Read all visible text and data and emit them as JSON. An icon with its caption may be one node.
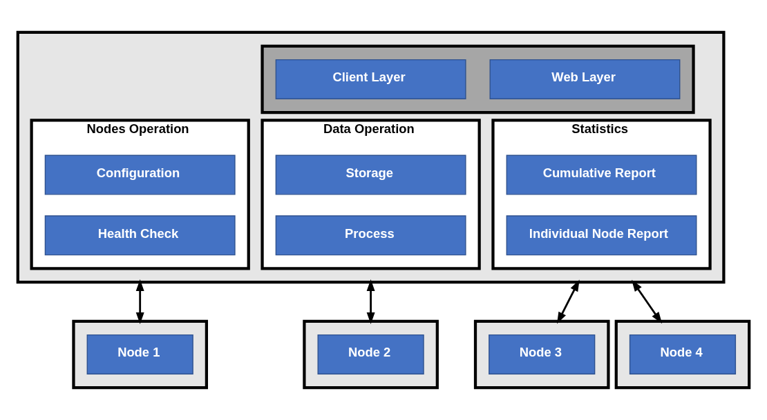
{
  "diagram": {
    "nodes": [
      {
        "text": [],
        "shape": "box"
      },
      {
        "text": [],
        "shape": "box",
        "in": 0
      },
      {
        "text": [
          "Client Layer"
        ],
        "in": 1
      },
      {
        "text": [
          "Web Layer"
        ],
        "in": 1
      },
      {
        "text": [
          "Nodes Operation"
        ],
        "in": 0
      },
      {
        "text": [
          "Configuration"
        ],
        "in": 4
      },
      {
        "text": [
          "Health Check"
        ],
        "in": 4
      },
      {
        "text": [
          "Data Operation"
        ],
        "in": 0
      },
      {
        "text": [
          "Storage"
        ],
        "in": 7
      },
      {
        "text": [
          "Process"
        ],
        "in": 7
      },
      {
        "text": [
          "Statistics"
        ],
        "in": 0
      },
      {
        "text": [
          "Cumulative Report"
        ],
        "in": 10
      },
      {
        "text": [
          "Individual Node Report"
        ],
        "in": 10
      },
      {
        "text": [],
        "shape": "box"
      },
      {
        "text": [
          "Node 1"
        ],
        "in": 13
      },
      {
        "text": [],
        "shape": "box"
      },
      {
        "text": [
          "Node 2"
        ],
        "in": 15
      },
      {
        "text": [],
        "shape": "box"
      },
      {
        "text": [
          "Node 3"
        ],
        "in": 17
      },
      {
        "text": [],
        "shape": "box"
      },
      {
        "text": [
          "Node 4"
        ],
        "in": 19
      }
    ],
    "edges": [
      {
        "from": 0,
        "to": 13,
        "arrow": "both"
      },
      {
        "from": 0,
        "to": 15,
        "arrow": "both"
      },
      {
        "from": 0,
        "to": 17,
        "arrow": "both"
      },
      {
        "from": 0,
        "to": 19,
        "arrow": "both"
      }
    ]
  }
}
